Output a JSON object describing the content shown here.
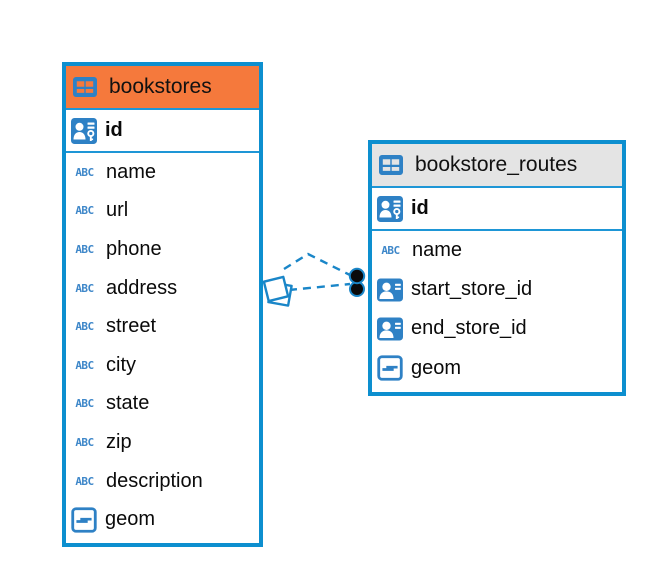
{
  "diagram": {
    "tables": [
      {
        "name": "bookstores",
        "header_bg": "#F5793C",
        "primary_key": {
          "name": "id",
          "icon": "primary-key"
        },
        "columns": [
          {
            "name": "name",
            "icon": "text"
          },
          {
            "name": "url",
            "icon": "text"
          },
          {
            "name": "phone",
            "icon": "text"
          },
          {
            "name": "address",
            "icon": "text"
          },
          {
            "name": "street",
            "icon": "text"
          },
          {
            "name": "city",
            "icon": "text"
          },
          {
            "name": "state",
            "icon": "text"
          },
          {
            "name": "zip",
            "icon": "text"
          },
          {
            "name": "description",
            "icon": "text"
          },
          {
            "name": "geom",
            "icon": "geometry"
          }
        ]
      },
      {
        "name": "bookstore_routes",
        "header_bg": "#E4E4E4",
        "primary_key": {
          "name": "id",
          "icon": "primary-key"
        },
        "columns": [
          {
            "name": "name",
            "icon": "text"
          },
          {
            "name": "start_store_id",
            "icon": "foreign-key"
          },
          {
            "name": "end_store_id",
            "icon": "foreign-key"
          },
          {
            "name": "geom",
            "icon": "geometry"
          }
        ]
      }
    ],
    "relationships": [
      {
        "from": "bookstores",
        "to": "bookstore_routes",
        "style": "dashed"
      },
      {
        "from": "bookstores",
        "to": "bookstore_routes",
        "style": "dashed"
      }
    ]
  },
  "icons": {
    "text_label": "ABC"
  },
  "colors": {
    "table_border": "#0D8FCF",
    "row_separator": "#1E96D6",
    "icon_blue": "#2E81C5",
    "text_icon_blue": "#3E87C9",
    "relationship_line": "#1A86C8",
    "bookstores_header": "#F5793C",
    "routes_header": "#E4E4E4",
    "canvas_bg": "#FFFFFF"
  }
}
